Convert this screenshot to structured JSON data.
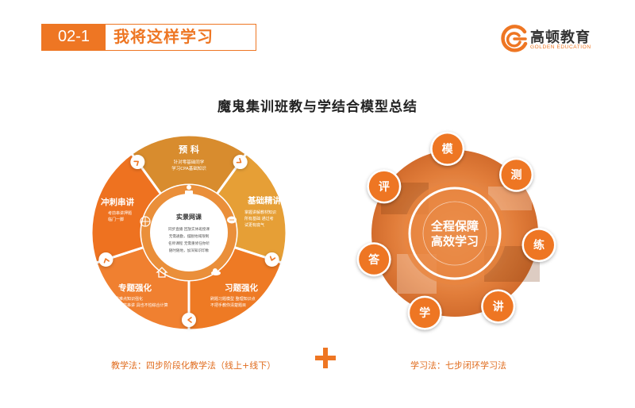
{
  "header": {
    "number": "02-1",
    "title": "我将这样学习"
  },
  "logo": {
    "name": "高顿教育",
    "english": "GOLDEN EDUCATION"
  },
  "main_title": "魔鬼集训班教与学结合模型总结",
  "left_diagram": {
    "center": {
      "title": "实景网课",
      "lines": [
        "同步直播 回放实体班授课",
        "无需通勤，摆脱地域限制",
        "名师课程 无需重修任你听",
        "随时随地，加深知识印象"
      ]
    },
    "segments": [
      {
        "title": "预 科",
        "desc": [
          "针对零基础同学",
          "学习CPA基础知识"
        ]
      },
      {
        "title": "基础精讲",
        "desc": [
          "掌握讲解教材知识",
          "所有基础 通过考",
          "试更有底气"
        ]
      },
      {
        "title": "习题强化",
        "desc": [
          "刷题习题模型 整理知识点",
          "不把手教你清楚题目"
        ]
      },
      {
        "title": "专题强化",
        "desc": [
          "重难点知识强化",
          "跨章节串讲 具也不怕综合计算"
        ]
      },
      {
        "title": "冲刺串讲",
        "desc": [
          "考前串讲押题",
          "临门一脚"
        ]
      }
    ]
  },
  "right_diagram": {
    "center_lines": [
      "全程保障",
      "高效学习"
    ],
    "steps": [
      "模",
      "测",
      "练",
      "讲",
      "学",
      "答",
      "评"
    ]
  },
  "captions": {
    "left": "教学法：四步阶段化教学法（线上+线下）",
    "right": "学习法：七步闭环学习法"
  }
}
